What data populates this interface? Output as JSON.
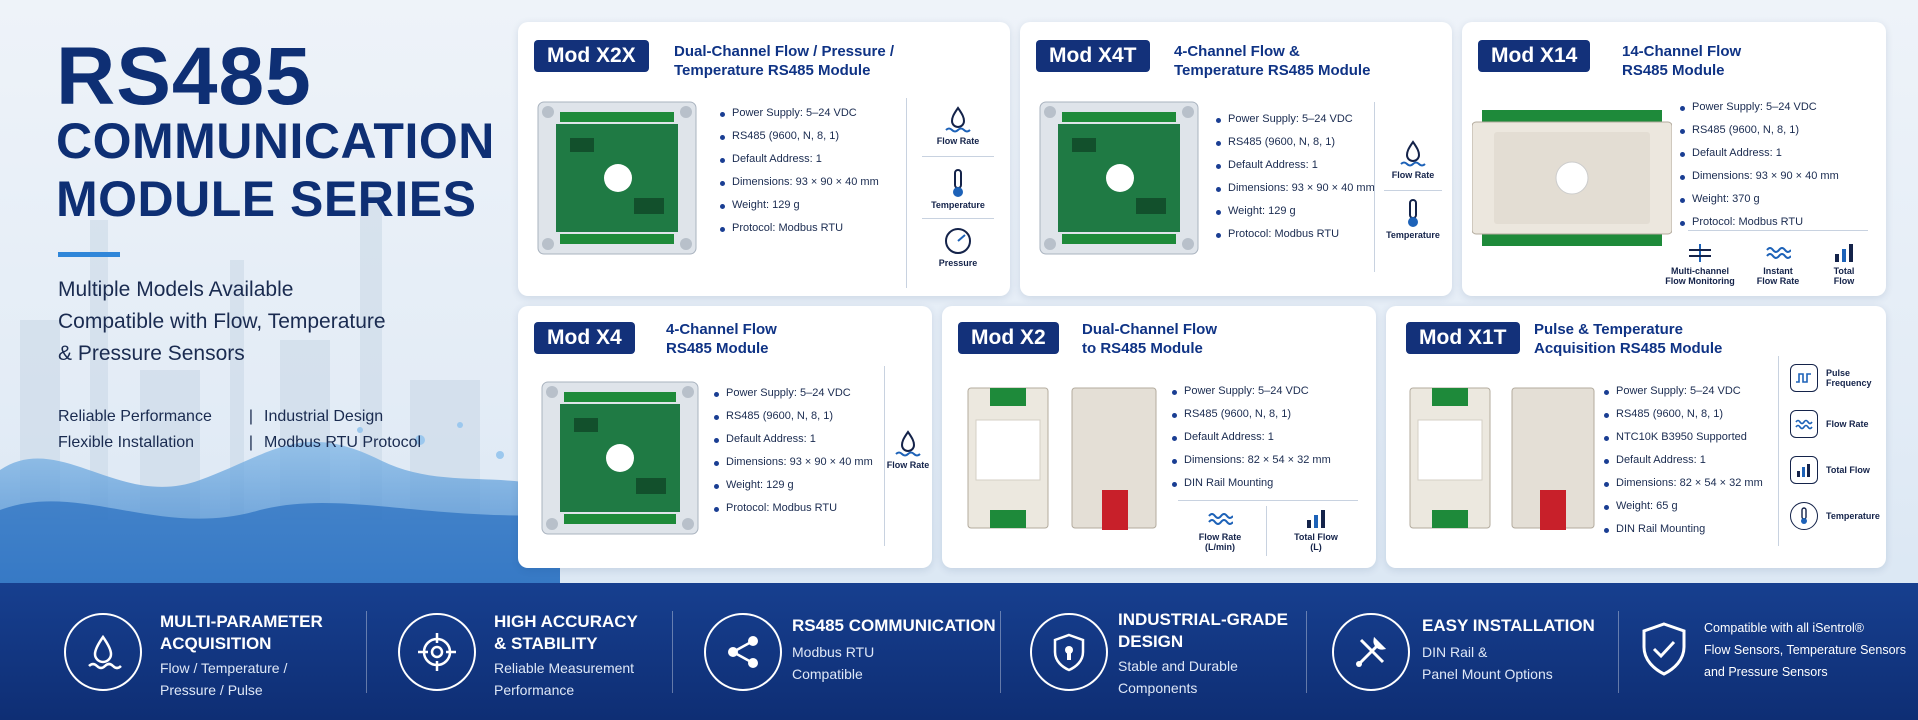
{
  "hero": {
    "title_line1": "RS485",
    "title_line2": "COMMUNICATION",
    "title_line3": "MODULE SERIES",
    "subtitle_lines": [
      "Multiple Models Available",
      "Compatible with Flow, Temperature",
      "& Pressure Sensors"
    ],
    "features_row1": [
      "Reliable Performance",
      "|",
      "Industrial Design"
    ],
    "features_row2": [
      "Flexible Installation",
      "|",
      "Modbus RTU Protocol"
    ]
  },
  "cards": [
    {
      "badge": "Mod X2X",
      "title": [
        "Dual-Channel Flow / Pressure /",
        "Temperature RS485 Module"
      ],
      "specs": [
        "Power Supply: 5–24 VDC",
        "RS485 (9600, N, 8, 1)",
        "Default Address: 1",
        "Dimensions: 93 × 90 × 40 mm",
        "Weight: 129 g",
        "Protocol: Modbus RTU"
      ],
      "icons": [
        "Flow Rate",
        "Temperature",
        "Pressure"
      ]
    },
    {
      "badge": "Mod X4T",
      "title": [
        "4-Channel Flow &",
        "Temperature RS485 Module"
      ],
      "specs": [
        "Power Supply: 5–24 VDC",
        "RS485 (9600, N, 8, 1)",
        "Default Address: 1",
        "Dimensions: 93 × 90 × 40 mm",
        "Weight: 129 g",
        "Protocol: Modbus RTU"
      ],
      "icons": [
        "Flow Rate",
        "Temperature"
      ]
    },
    {
      "badge": "Mod X14",
      "title": [
        "14-Channel Flow",
        "RS485 Module"
      ],
      "specs": [
        "Power Supply: 5–24 VDC",
        "RS485 (9600, N, 8, 1)",
        "Default Address: 1",
        "Dimensions: 93 × 90 × 40 mm",
        "Weight: 370 g",
        "Protocol: Modbus RTU"
      ],
      "icons": [
        [
          "Multi-channel",
          "Flow Monitoring"
        ],
        [
          "Instant",
          "Flow Rate"
        ],
        [
          "Total",
          "Flow"
        ]
      ]
    },
    {
      "badge": "Mod X4",
      "title": [
        "4-Channel Flow",
        "RS485 Module"
      ],
      "specs": [
        "Power Supply: 5–24 VDC",
        "RS485 (9600, N, 8, 1)",
        "Default Address: 1",
        "Dimensions: 93 × 90 × 40 mm",
        "Weight: 129 g",
        "Protocol: Modbus RTU"
      ],
      "icons": [
        "Flow Rate"
      ]
    },
    {
      "badge": "Mod X2",
      "title": [
        "Dual-Channel Flow",
        "to RS485 Module"
      ],
      "specs": [
        "Power Supply: 5–24 VDC",
        "RS485 (9600, N, 8, 1)",
        "Default Address: 1",
        "Dimensions: 82 × 54 × 32 mm",
        "DIN Rail Mounting"
      ],
      "icons": [
        [
          "Flow Rate",
          "(L/min)"
        ],
        [
          "Total Flow",
          "(L)"
        ]
      ]
    },
    {
      "badge": "Mod X1T",
      "title": [
        "Pulse & Temperature",
        "Acquisition RS485 Module"
      ],
      "specs": [
        "Power Supply: 5–24 VDC",
        "RS485 (9600, N, 8, 1)",
        "NTC10K B3950 Supported",
        "Default Address: 1",
        "Dimensions: 82 × 54 × 32 mm",
        "Weight: 65 g",
        "DIN Rail Mounting"
      ],
      "icons": [
        [
          "Pulse",
          "Frequency"
        ],
        "Flow Rate",
        "Total Flow",
        "Temperature"
      ]
    }
  ],
  "footer": [
    {
      "h": [
        "MULTI-PARAMETER",
        "ACQUISITION"
      ],
      "p": [
        "Flow / Temperature /",
        "Pressure / Pulse"
      ],
      "icon": "water-drop-icon"
    },
    {
      "h": [
        "HIGH ACCURACY",
        "& STABILITY"
      ],
      "p": [
        "Reliable Measurement",
        "Performance"
      ],
      "icon": "target-icon"
    },
    {
      "h": [
        "RS485 COMMUNICATION"
      ],
      "p": [
        "Modbus RTU",
        "Compatible"
      ],
      "icon": "share-nodes-icon"
    },
    {
      "h": [
        "INDUSTRIAL-GRADE",
        "DESIGN"
      ],
      "p": [
        "Stable and Durable",
        "Components"
      ],
      "icon": "shield-icon"
    },
    {
      "h": [
        "EASY INSTALLATION"
      ],
      "p": [
        "DIN Rail &",
        "Panel Mount Options"
      ],
      "icon": "tools-icon"
    },
    {
      "h": [],
      "p": [
        "Compatible with all iSentrol®",
        "Flow Sensors, Temperature Sensors",
        "and Pressure Sensors"
      ],
      "icon": "shield-check-icon"
    }
  ],
  "colors": {
    "brand": "#13317a",
    "accent": "#2f86d9",
    "footer": "#173f8f"
  }
}
